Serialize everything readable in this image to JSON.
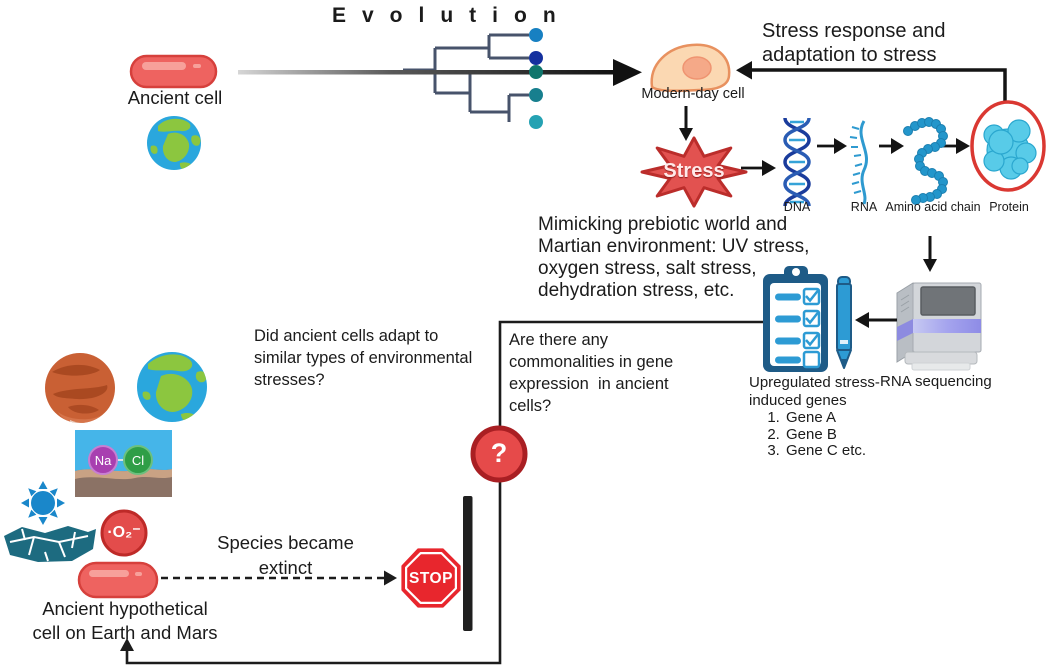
{
  "title": "Evolution",
  "top": {
    "ancient_cell_label": "Ancient cell",
    "modern_cell_label": "Modern-day cell",
    "stress_response_label": "Stress response and\nadaptation to stress"
  },
  "central_dogma": {
    "stress_label": "Stress",
    "dna_label": "DNA",
    "rna_label": "RNA",
    "amino_label": "Amino acid chain",
    "protein_label": "Protein"
  },
  "experiment": {
    "mimicking_text": "Mimicking prebiotic world and\nMartian environment: UV stress,\noxygen stress, salt stress,\ndehydration stress, etc.",
    "rna_sequencing_label": "RNA sequencing",
    "upregulated_label": "Upregulated stress-\ninduced genes",
    "genes": [
      "Gene A",
      "Gene B",
      "Gene C etc."
    ]
  },
  "questions": {
    "left": "Did ancient cells adapt to\nsimilar types of environmental\nstresses?",
    "right": "Are there any\ncommonalities in gene\nexpression  in ancient\ncells?",
    "mark": "?"
  },
  "bottom": {
    "species_extinct_label": "Species became\nextinct",
    "stop_label": "STOP",
    "ancient_hypothetical_label": "Ancient hypothetical\ncell on Earth and Mars",
    "na_label": "Na",
    "cl_label": "Cl",
    "superoxide_label": "·O₂⁻"
  },
  "colors": {
    "cell_red": "#ee6360",
    "cell_red_dark": "#d6403c",
    "star_red": "#e25250",
    "stop_red": "#e8262d",
    "accent_blue": "#2d9bd4",
    "clipboard_navy": "#1e5b87",
    "ocean_blue": "#2aa7dd",
    "land_green": "#8cc63f",
    "mars_orange": "#c96034",
    "tree_slate": "#47536b"
  }
}
